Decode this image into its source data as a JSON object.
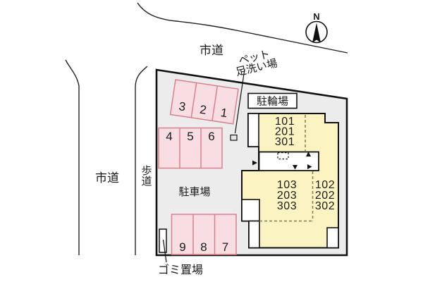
{
  "compass": {
    "label": "N"
  },
  "roads": {
    "top": "市道",
    "left": "市道",
    "sidewalk": "歩道"
  },
  "facilities": {
    "pet_wash_line1": "ペット",
    "pet_wash_line2": "足洗い場",
    "bicycle_parking": "駐輪場",
    "car_parking": "駐車場",
    "garbage": "ゴミ置場"
  },
  "parking": {
    "row_top": [
      "3",
      "2",
      "1"
    ],
    "row_mid": [
      "4",
      "5",
      "6"
    ],
    "row_bottom": [
      "9",
      "8",
      "7"
    ]
  },
  "units": {
    "north": [
      "101",
      "201",
      "301"
    ],
    "south_west": [
      "103",
      "203",
      "303"
    ],
    "south_east": [
      "102",
      "202",
      "302"
    ]
  },
  "colors": {
    "site_fill": "#ececec",
    "building_fill": "#fbf3c1",
    "parking_fill": "#f8dde2",
    "parking_border": "#d9808f",
    "outline": "#111111",
    "dashed_line": "#8a7a4a"
  }
}
